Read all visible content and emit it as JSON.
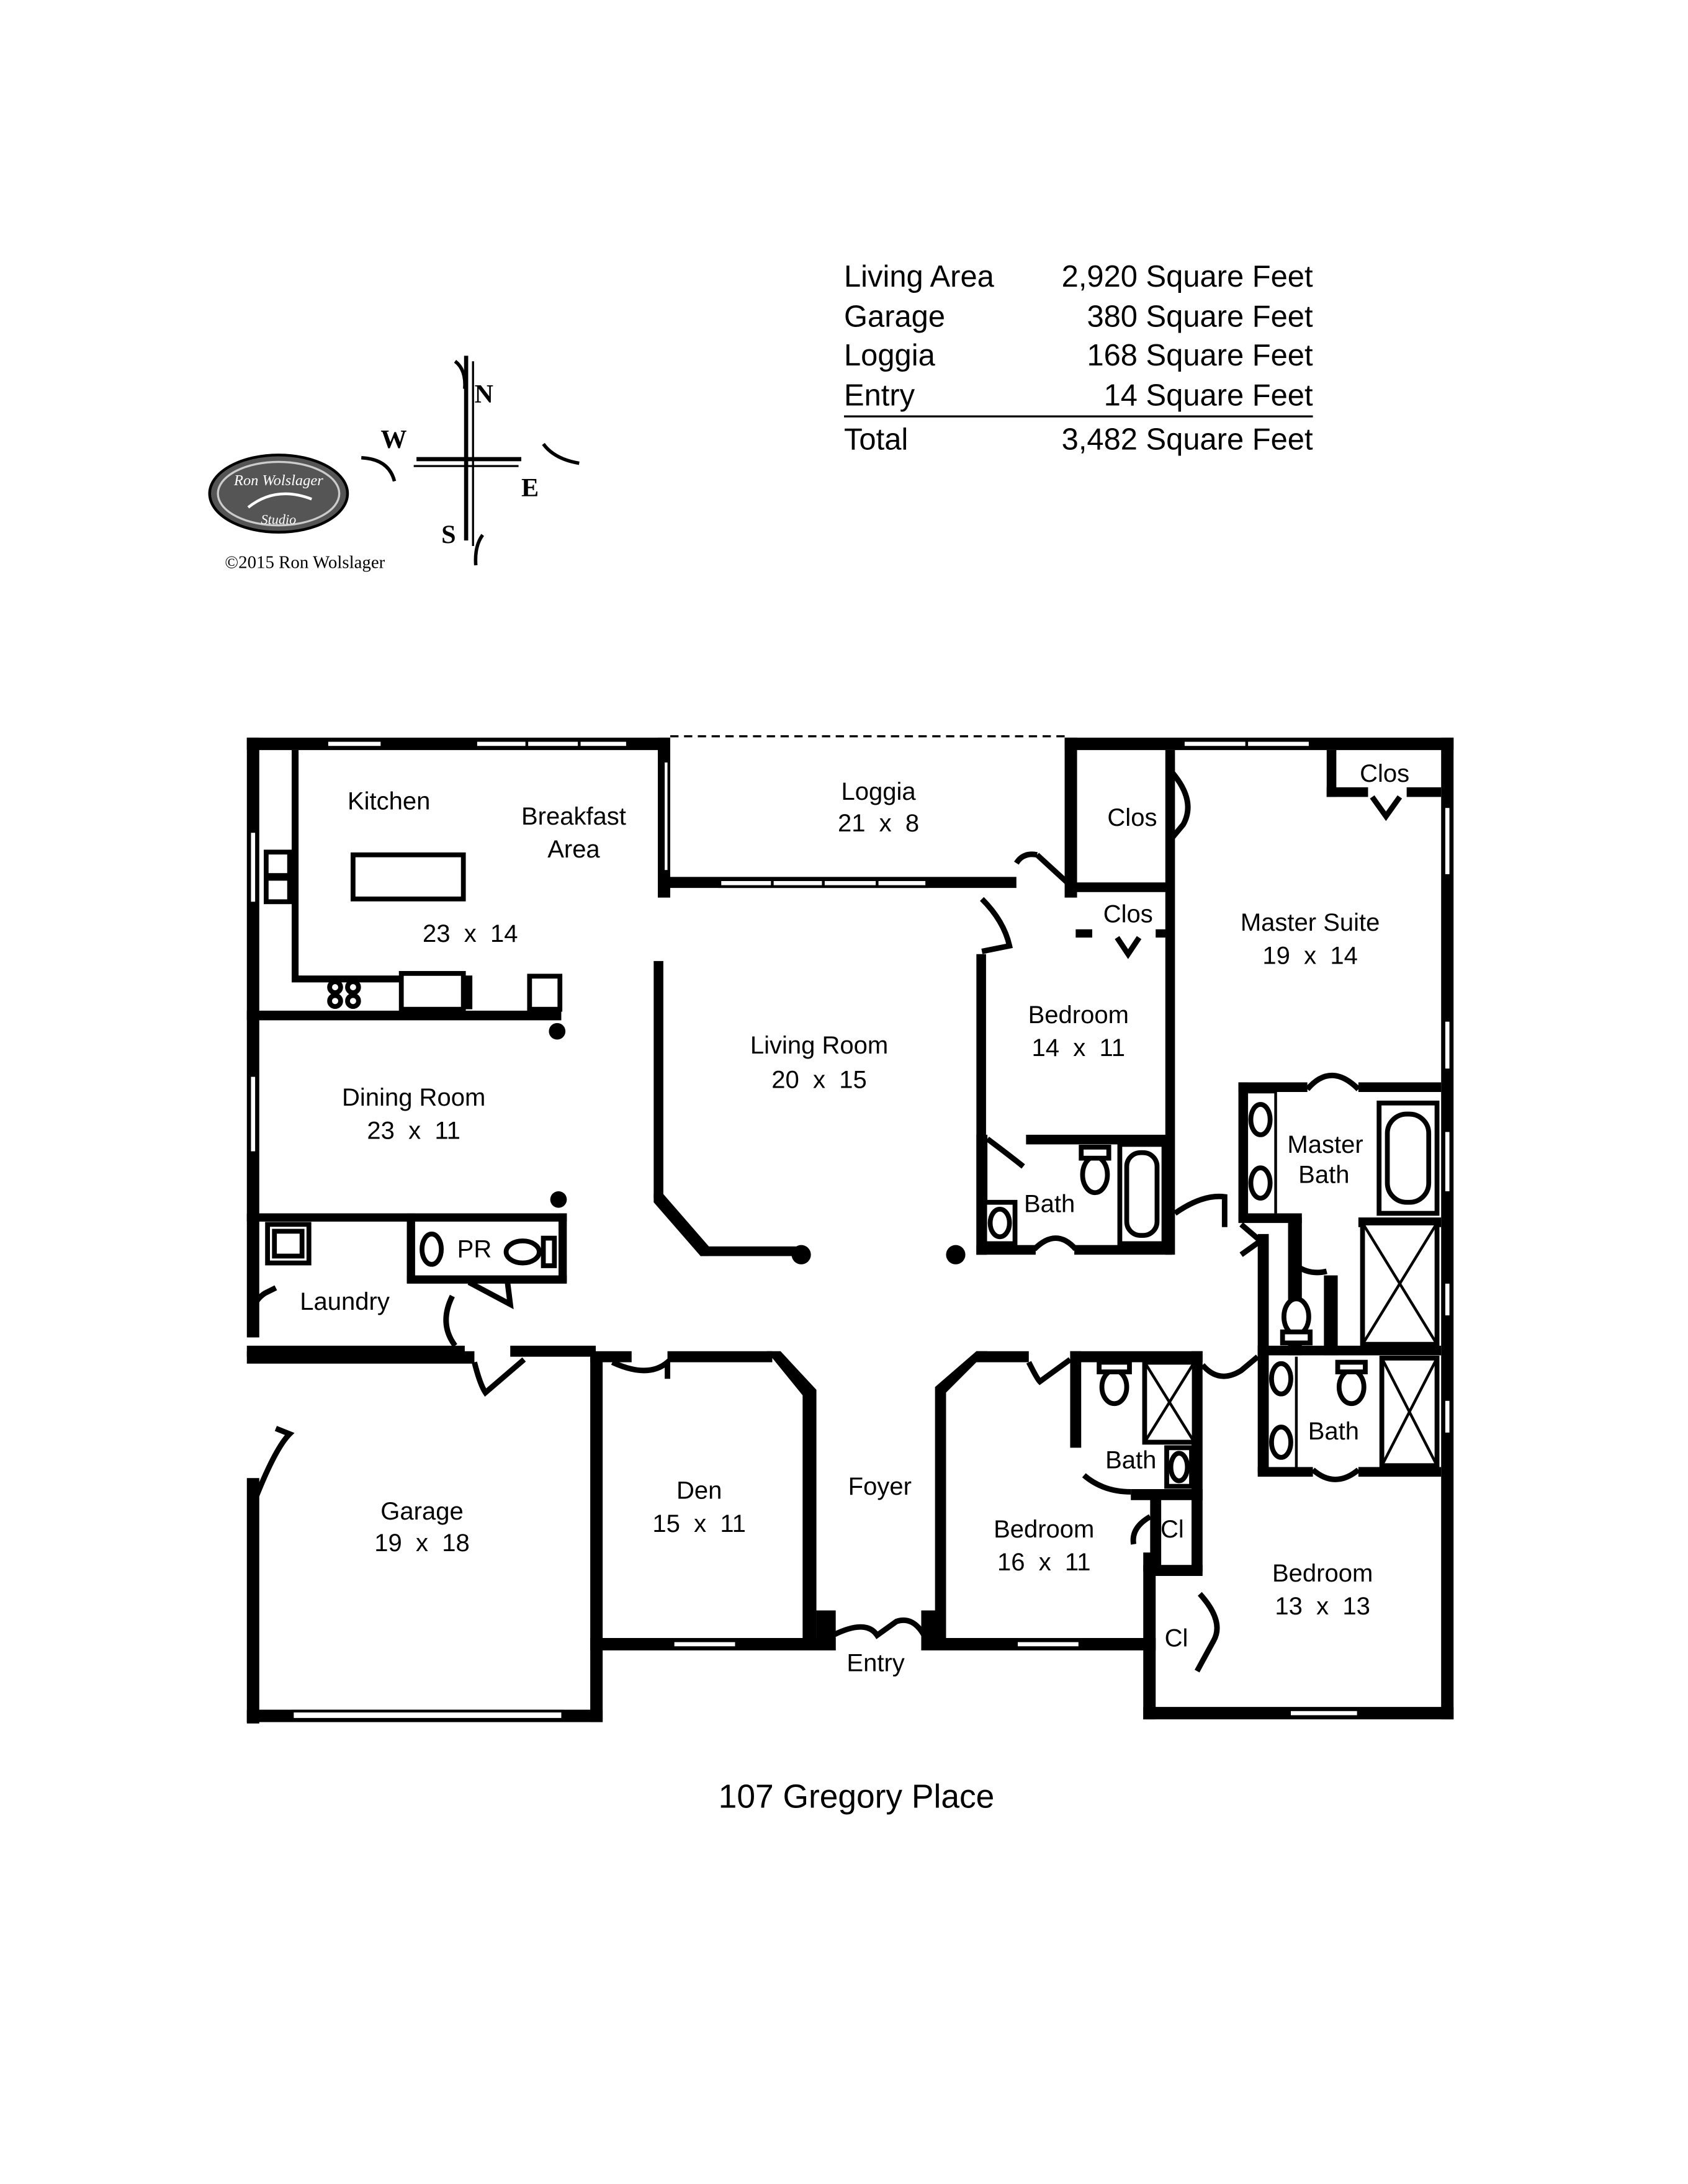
{
  "area_table": {
    "rows": [
      {
        "label": "Living Area",
        "value": "2,920 Square Feet"
      },
      {
        "label": "Garage",
        "value": "380 Square Feet"
      },
      {
        "label": "Loggia",
        "value": "168 Square Feet"
      },
      {
        "label": "Entry",
        "value": "14 Square Feet"
      }
    ],
    "total": {
      "label": "Total",
      "value": "3,482 Square Feet"
    }
  },
  "compass": {
    "north": "N",
    "south": "S",
    "east": "E",
    "west": "W"
  },
  "logo": {
    "line1": "Ron Wolslager",
    "line2": "Studio"
  },
  "copyright": "©2015 Ron Wolslager",
  "rooms": {
    "kitchen": "Kitchen",
    "breakfast_1": "Breakfast",
    "breakfast_2": "Area",
    "kitchen_dims": "23  x  14",
    "loggia": "Loggia",
    "loggia_dims": "21  x  8",
    "clos_1": "Clos",
    "clos_2": "Clos",
    "clos_3": "Clos",
    "master_suite": "Master Suite",
    "master_suite_dims": "19  x  14",
    "living_room": "Living Room",
    "living_room_dims": "20  x  15",
    "bedroom_1": "Bedroom",
    "bedroom_1_dims": "14  x  11",
    "dining_room": "Dining Room",
    "dining_room_dims": "23  x  11",
    "master_bath_1": "Master",
    "master_bath_2": "Bath",
    "bath_1": "Bath",
    "pr": "PR",
    "laundry": "Laundry",
    "garage": "Garage",
    "garage_dims": "19  x  18",
    "den": "Den",
    "den_dims": "15  x  11",
    "foyer": "Foyer",
    "bath_2": "Bath",
    "bath_3": "Bath",
    "cl_1": "Cl",
    "cl_2": "Cl",
    "bedroom_2": "Bedroom",
    "bedroom_2_dims": "16  x  11",
    "bedroom_3": "Bedroom",
    "bedroom_3_dims": "13  x  13",
    "entry": "Entry"
  },
  "address": "107 Gregory Place"
}
